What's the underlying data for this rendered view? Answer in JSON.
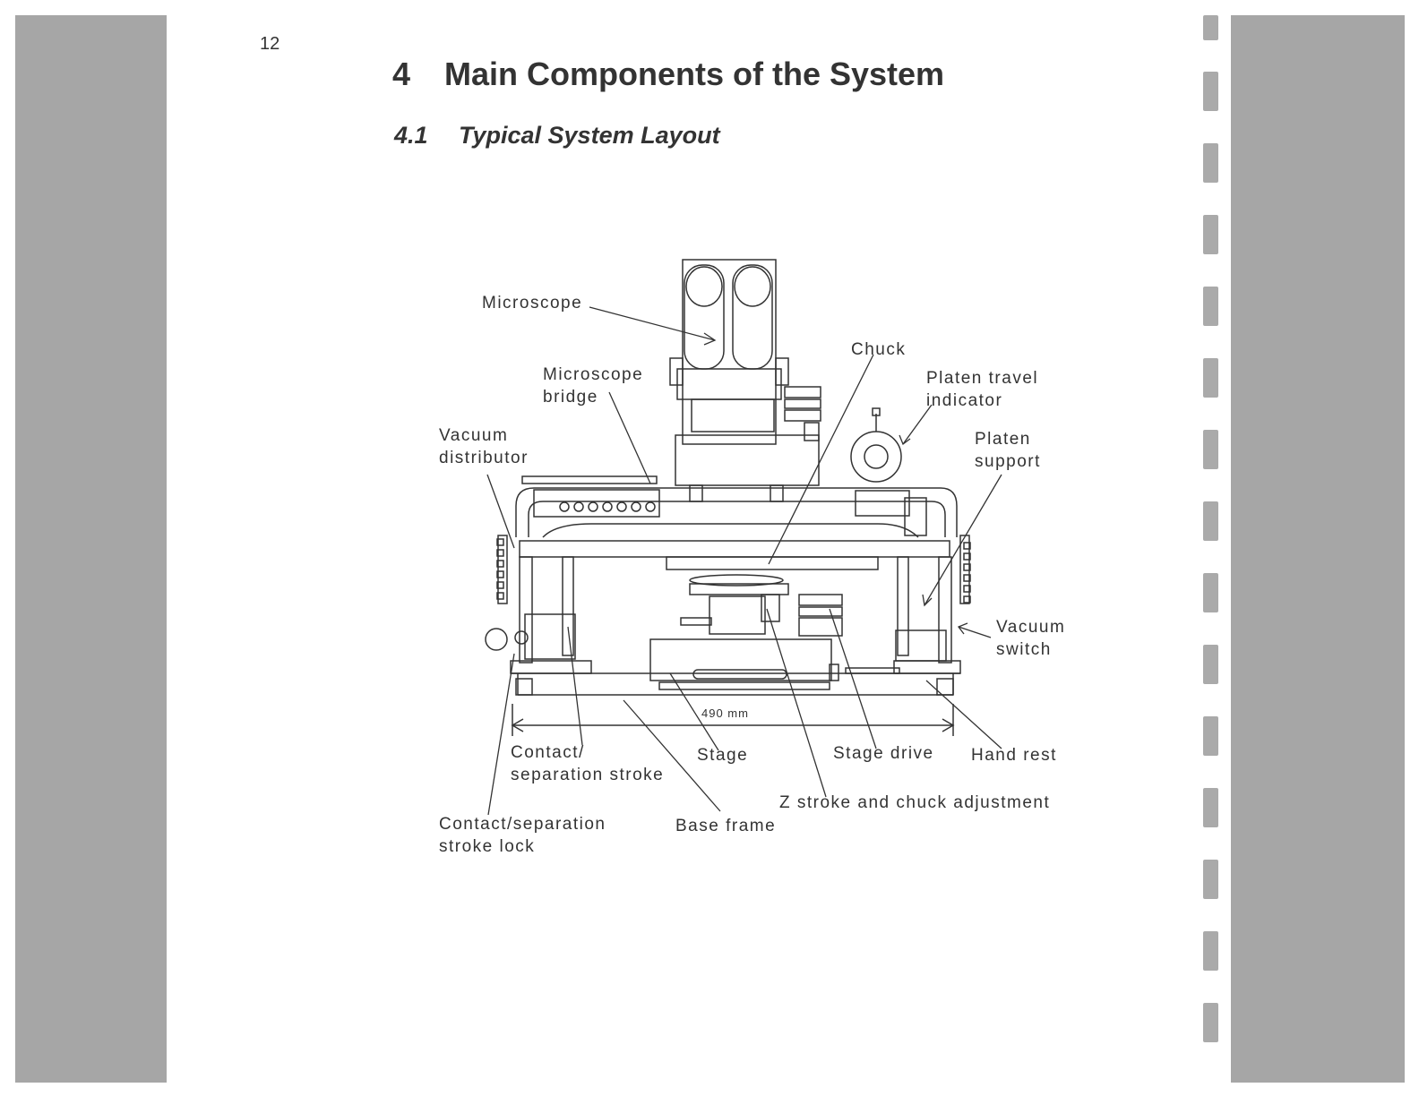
{
  "page": {
    "number": "12",
    "heading": {
      "number": "4",
      "title": "Main Components of the System"
    },
    "subheading": {
      "number": "4.1",
      "title": "Typical System Layout"
    }
  },
  "diagram": {
    "dimension": "490 mm",
    "labels": {
      "microscope": "Microscope",
      "microscope_bridge": [
        "Microscope",
        "bridge"
      ],
      "chuck": "Chuck",
      "platen_travel_indicator": [
        "Platen travel",
        "indicator"
      ],
      "vacuum_distributor": [
        "Vacuum",
        "distributor"
      ],
      "platen_support": [
        "Platen",
        "support"
      ],
      "vacuum_switch": [
        "Vacuum",
        "switch"
      ],
      "contact_separation_stroke": [
        "Contact/",
        "separation stroke"
      ],
      "stage": "Stage",
      "stage_drive": "Stage drive",
      "hand_rest": "Hand rest",
      "z_stroke": "Z stroke and chuck adjustment",
      "contact_separation_lock": [
        "Contact/separation",
        "stroke lock"
      ],
      "base_frame": "Base frame"
    }
  },
  "colors": {
    "margin_gray": "#a6a6a6",
    "bar_gray": "#aaaaaa",
    "ink": "#333333"
  }
}
